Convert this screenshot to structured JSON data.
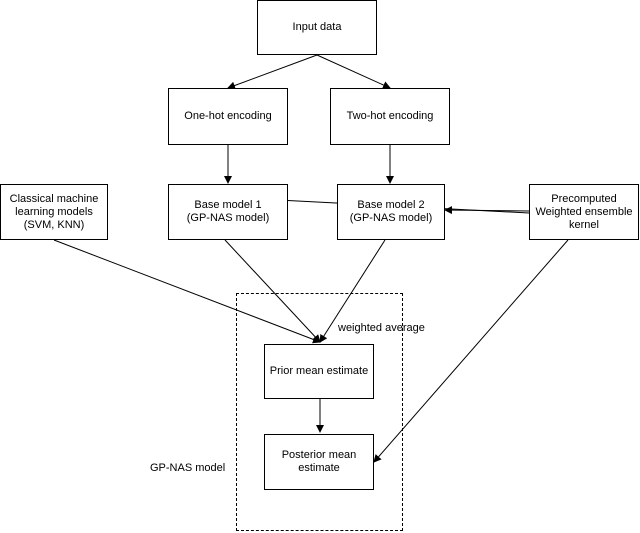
{
  "nodes": {
    "input_data": "Input data",
    "one_hot": "One-hot encoding",
    "two_hot": "Two-hot encoding",
    "classical": "Classical machine\nlearning models\n(SVM, KNN)",
    "base1": "Base model 1\n(GP-NAS model)",
    "base2": "Base model 2\n(GP-NAS model)",
    "precomputed": "Precomputed\nWeighted ensemble\nkernel",
    "prior": "Prior mean estimate",
    "posterior": "Posterior mean\nestimate"
  },
  "labels": {
    "weighted_average": "weighted average",
    "group": "GP-NAS model"
  }
}
